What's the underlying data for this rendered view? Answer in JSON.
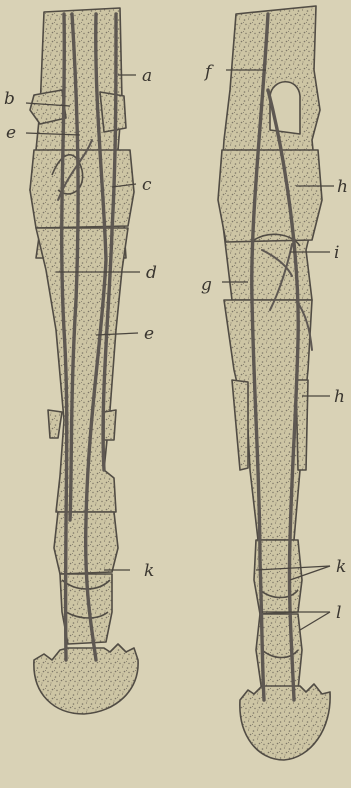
{
  "figure": {
    "colors": {
      "paper": "#d9d2b6",
      "bone_fill": "#cdc5a4",
      "bone_speckle": "#7d7667",
      "outline": "#514c44",
      "vessel": "#5e5852",
      "label": "#3a3630"
    },
    "left_limb": {
      "labels": {
        "a": "a",
        "b": "b",
        "e_upper": "e",
        "c": "c",
        "d": "d",
        "e_lower": "e",
        "k": "k"
      }
    },
    "right_limb": {
      "labels": {
        "f": "f",
        "h_upper": "h",
        "i": "i",
        "g": "g",
        "h_lower": "h",
        "k": "k",
        "l": "l"
      }
    }
  }
}
